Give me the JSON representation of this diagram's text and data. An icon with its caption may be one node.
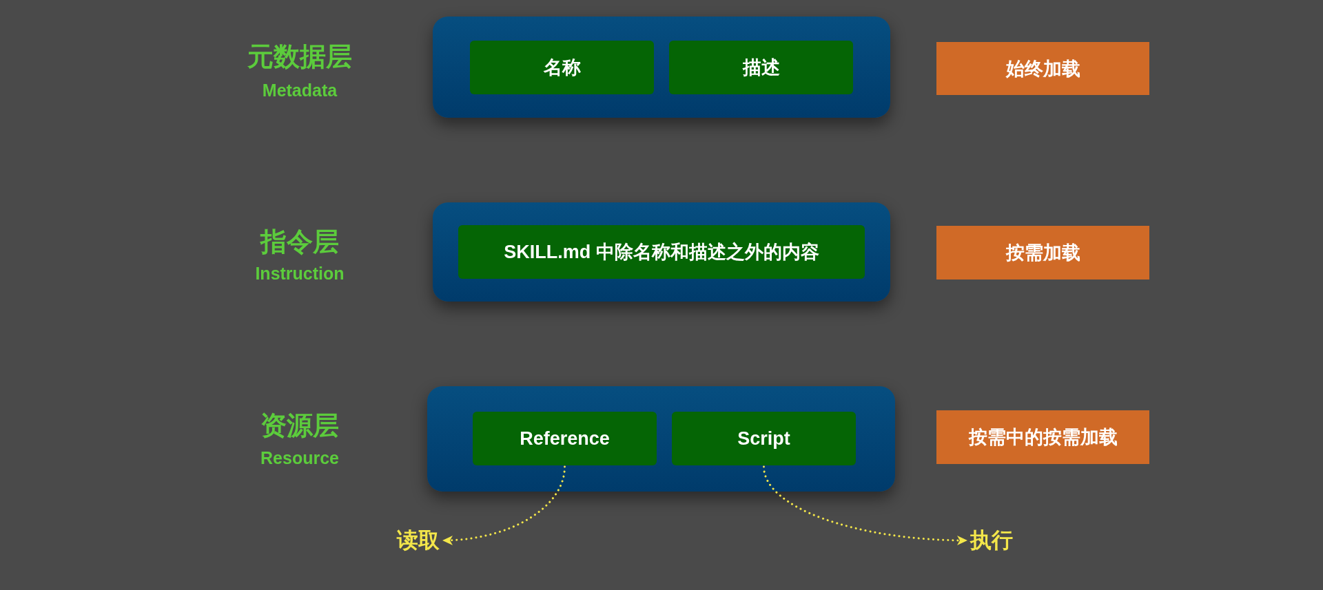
{
  "diagram": {
    "nodes": [
      {
        "text": [
          "元数据层"
        ]
      },
      {
        "text": [
          "名称"
        ],
        "in": 0
      },
      {
        "text": [
          "描述"
        ],
        "in": 0
      },
      {
        "text": [
          "始终加载"
        ]
      },
      {
        "text": [
          "指令层"
        ]
      },
      {
        "text": [
          "SKILL.md 中除名称和描述之外的内容"
        ],
        "in": 4
      },
      {
        "text": [
          "按需加载"
        ]
      },
      {
        "text": [
          "资源层"
        ]
      },
      {
        "text": [
          "Reference"
        ],
        "in": 7
      },
      {
        "text": [
          "Script"
        ],
        "in": 7
      },
      {
        "text": [
          "按需中的按需加载"
        ]
      },
      {
        "text": [
          "读取"
        ]
      },
      {
        "text": [
          "执行"
        ]
      }
    ],
    "edges": [
      {
        "from": 8,
        "to": 11,
        "arrow": "to",
        "style": "dashed"
      },
      {
        "from": 9,
        "to": 12,
        "arrow": "to",
        "style": "dashed"
      }
    ],
    "labels": [
      "Metadata",
      "Instruction",
      "Resource"
    ]
  }
}
